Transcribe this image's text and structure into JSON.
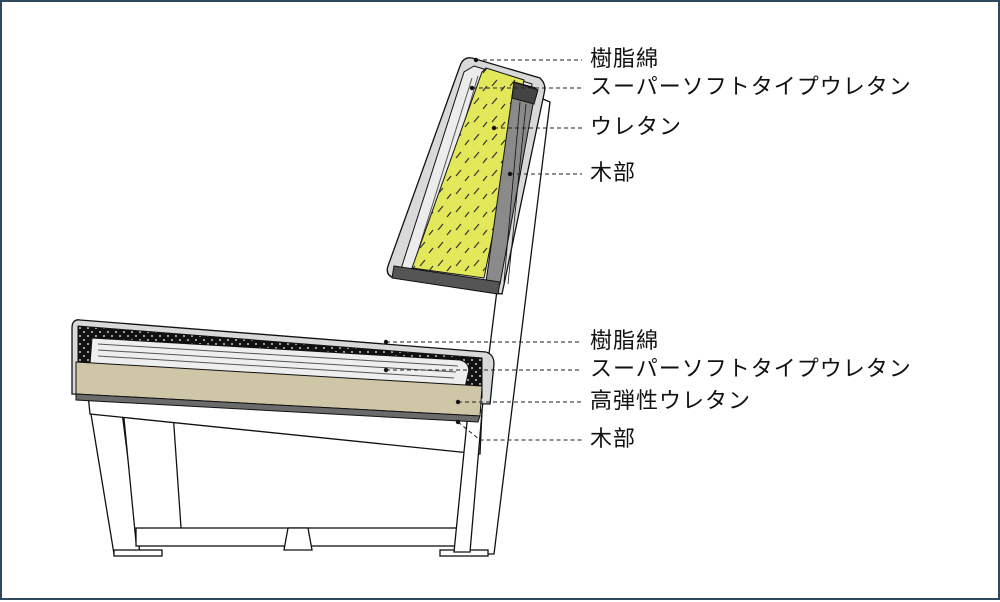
{
  "colors": {
    "frame": "#2f4a5e",
    "line": "#111111",
    "polyester_wadding": "#d9d9d9",
    "super_soft_urethane": "#e6e6e6",
    "urethane": "#e3e85a",
    "high_resilience_urethane": "#cfc6a8",
    "wood": "#6b6b6b",
    "seat_top_layer": "#111111"
  },
  "backrest": {
    "labels": {
      "polyester_wadding": "樹脂綿",
      "super_soft_urethane": "スーパーソフトタイプウレタン",
      "urethane": "ウレタン",
      "wood": "木部"
    }
  },
  "seat": {
    "labels": {
      "polyester_wadding": "樹脂綿",
      "super_soft_urethane": "スーパーソフトタイプウレタン",
      "high_resilience_urethane": "高弾性ウレタン",
      "wood": "木部"
    }
  }
}
